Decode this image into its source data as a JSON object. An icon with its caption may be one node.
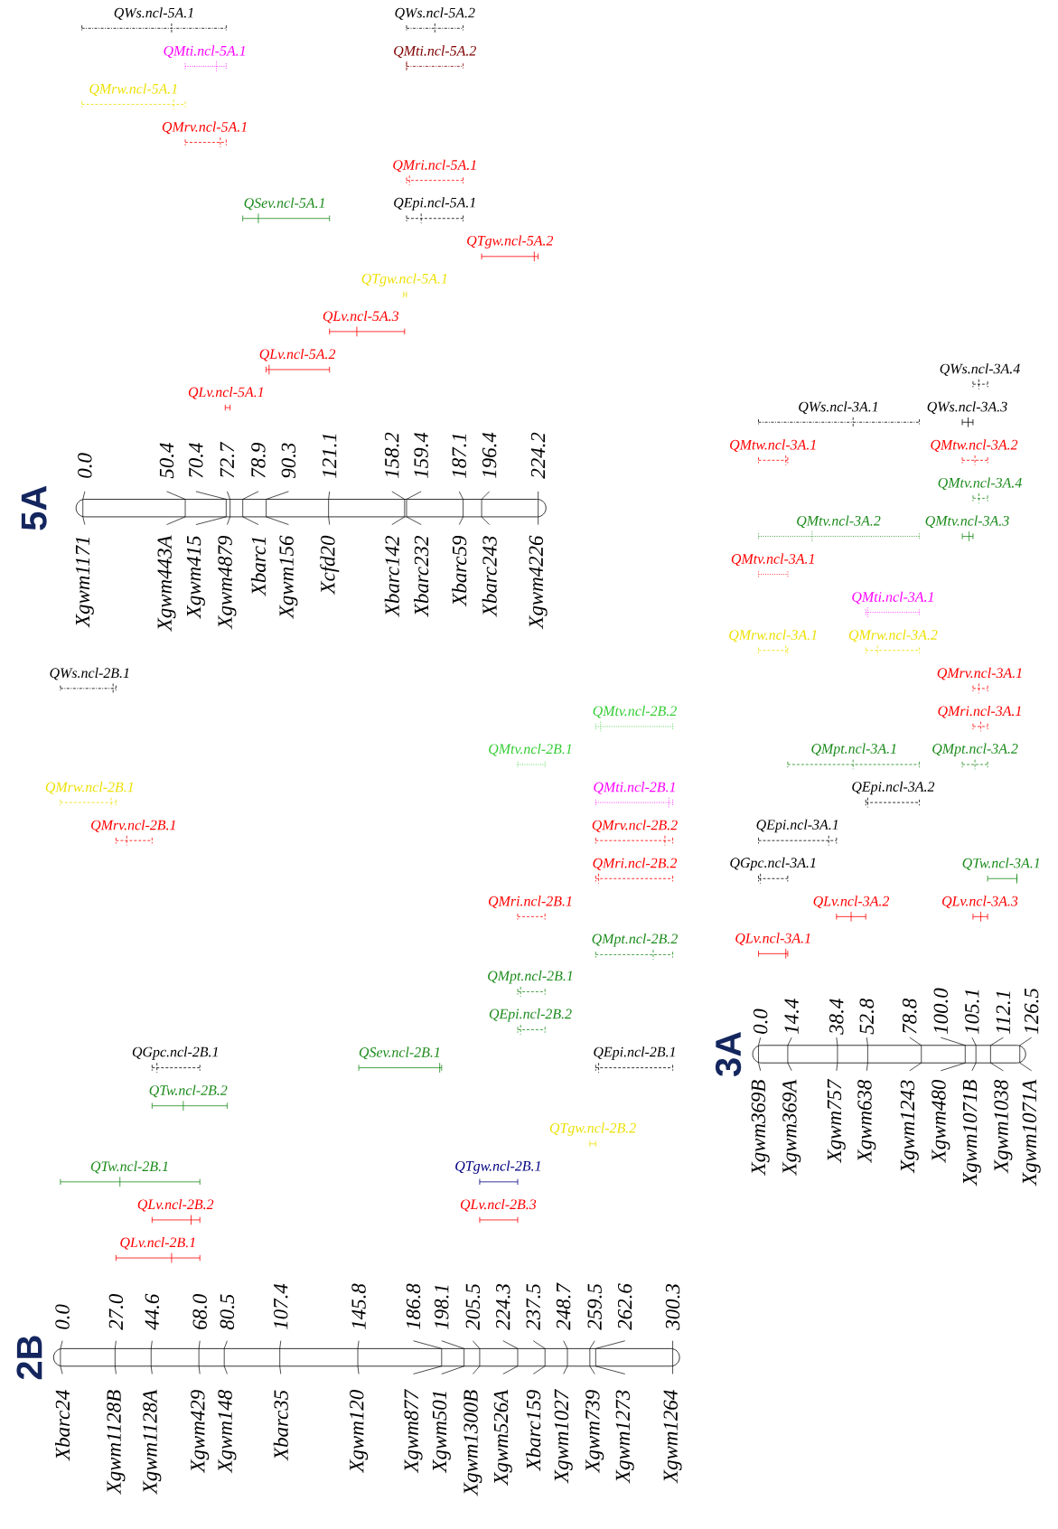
{
  "diagram": {
    "nodes": [
      {
        "text": [
          "5A"
        ]
      },
      {
        "text": [
          "3A"
        ]
      },
      {
        "text": [
          "2B"
        ]
      }
    ],
    "labels": [
      "QWs.ncl-5A.1",
      "QWs.ncl-5A.2",
      "QMti.ncl-5A.1",
      "QMti.ncl-5A.2",
      "QMrw.ncl-5A.1",
      "QMrv.ncl-5A.1",
      "QMri.ncl-5A.1",
      "QSev.ncl-5A.1",
      "QEpi.ncl-5A.1",
      "QTgw.ncl-5A.2",
      "QTgw.ncl-5A.1",
      "QLv.ncl-5A.3",
      "QLv.ncl-5A.2",
      "QLv.ncl-5A.1",
      "0.0",
      "50.4",
      "70.4",
      "72.7",
      "78.9",
      "90.3",
      "121.1",
      "158.2",
      "159.4",
      "187.1",
      "196.4",
      "224.2",
      "Xgwm1171",
      "Xgwm443A",
      "Xgwm415",
      "Xgwm4879",
      "Xbarc1",
      "Xgwm156",
      "Xcfd20",
      "Xbarc142",
      "Xbarc232",
      "Xbarc59",
      "Xbarc243",
      "Xgwm4226",
      "QWs.ncl-3A.4",
      "QWs.ncl-3A.1",
      "QWs.ncl-3A.3",
      "QMtw.ncl-3A.1",
      "QMtw.ncl-3A.2",
      "QMtv.ncl-3A.4",
      "QMtv.ncl-3A.2",
      "QMtv.ncl-3A.3",
      "QMtv.ncl-3A.1",
      "QMti.ncl-3A.1",
      "QMrw.ncl-3A.1",
      "QMrw.ncl-3A.2",
      "QMrv.ncl-3A.1",
      "QMri.ncl-3A.1",
      "QMpt.ncl-3A.1",
      "QMpt.ncl-3A.2",
      "QEpi.ncl-3A.2",
      "QEpi.ncl-3A.1",
      "QGpc.ncl-3A.1",
      "QTw.ncl-3A.1",
      "QLv.ncl-3A.2",
      "QLv.ncl-3A.3",
      "QLv.ncl-3A.1",
      "0.0",
      "14.4",
      "38.4",
      "52.8",
      "78.8",
      "100.0",
      "105.1",
      "112.1",
      "126.5",
      "Xgwm369B",
      "Xgwm369A",
      "Xgwm757",
      "Xgwm638",
      "Xgwm1243",
      "Xgwm480",
      "Xgwm1071B",
      "Xgwm1038",
      "Xgwm1071A",
      "QWs.ncl-2B.1",
      "QMtv.ncl-2B.2",
      "QMtv.ncl-2B.1",
      "QMrw.ncl-2B.1",
      "QMti.ncl-2B.1",
      "QMrv.ncl-2B.1",
      "QMrv.ncl-2B.2",
      "QMri.ncl-2B.2",
      "QMri.ncl-2B.1",
      "QMpt.ncl-2B.2",
      "QMpt.ncl-2B.1",
      "QEpi.ncl-2B.2",
      "QGpc.ncl-2B.1",
      "QSev.ncl-2B.1",
      "QEpi.ncl-2B.1",
      "QTw.ncl-2B.2",
      "QTgw.ncl-2B.2",
      "QTw.ncl-2B.1",
      "QTgw.ncl-2B.1",
      "QLv.ncl-2B.2",
      "QLv.ncl-2B.3",
      "QLv.ncl-2B.1",
      "0.0",
      "27.0",
      "44.6",
      "68.0",
      "80.5",
      "107.4",
      "145.8",
      "186.8",
      "198.1",
      "205.5",
      "224.3",
      "237.5",
      "248.7",
      "259.5",
      "262.6",
      "300.3",
      "Xbarc24",
      "Xgwm1128B",
      "Xgwm1128A",
      "Xgwm429",
      "Xgwm148",
      "Xbarc35",
      "Xgwm120",
      "Xgwm877",
      "Xgwm501",
      "Xgwm1300B",
      "Xgwm526A",
      "Xbarc159",
      "Xgwm1027",
      "Xgwm739",
      "Xgwm1273",
      "Xgwm1264"
    ]
  }
}
